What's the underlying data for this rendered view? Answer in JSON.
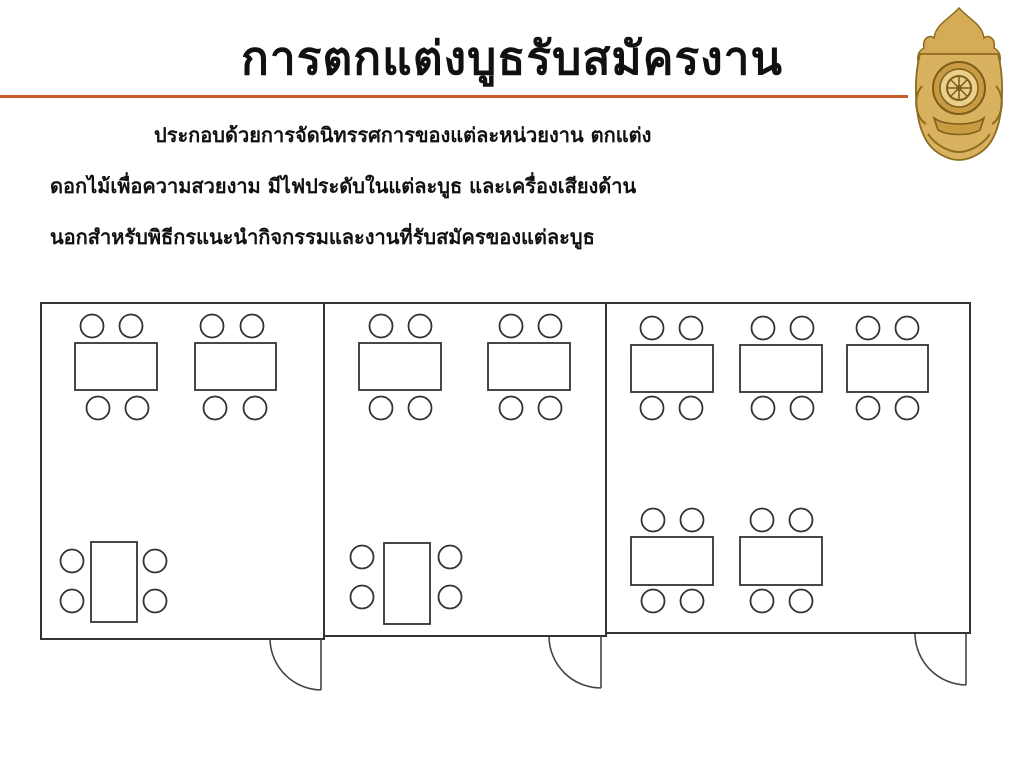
{
  "slide": {
    "title": "การตกแต่งบูธรับสมัครงาน",
    "body_lines": [
      "ประกอบด้วยการจัดนิทรรศการของแต่ละหน่วยงาน ตกแต่ง",
      "ดอกไม้เพื่อความสวยงาม มีไฟประดับในแต่ละบูธ  และเครื่องเสียงด้าน",
      "นอกสำหรับพิธีกรแนะนำกิจกรรมและงานที่รับสมัครของแต่ละบูธ"
    ],
    "emblem": {
      "icon": "ministry-emblem-icon",
      "color": "#c9a24a"
    },
    "rule_color": "#c85a2c"
  },
  "floor_plan": {
    "rooms": [
      {
        "name": "room-1",
        "tables": 3
      },
      {
        "name": "room-2",
        "tables": 3
      },
      {
        "name": "room-3",
        "tables": 5
      }
    ],
    "chairs_per_table": 4,
    "doors": 3
  }
}
